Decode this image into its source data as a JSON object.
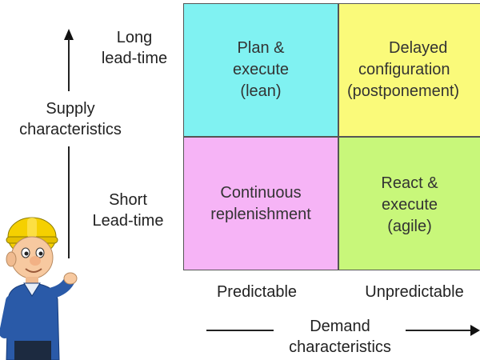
{
  "y_axis": {
    "top_label": [
      "Long",
      "lead-time"
    ],
    "bottom_label": [
      "Short",
      "Lead-time"
    ],
    "title": [
      "Supply",
      "characteristics"
    ]
  },
  "x_axis": {
    "left_label": "Predictable",
    "right_label": "Unpredictable",
    "title": [
      "Demand",
      "characteristics"
    ]
  },
  "quadrants": [
    {
      "lines": [
        "Plan &",
        "execute",
        "(lean)"
      ],
      "color": "#80f2f2"
    },
    {
      "lines": [
        "Delayed",
        "configuration",
        "(postponement)"
      ],
      "color": "#fafa7a"
    },
    {
      "lines": [
        "Continuous",
        "replenishment"
      ],
      "color": "#f6b4f6"
    },
    {
      "lines": [
        "React &",
        "execute",
        "(agile)"
      ],
      "color": "#c8f77a"
    }
  ]
}
